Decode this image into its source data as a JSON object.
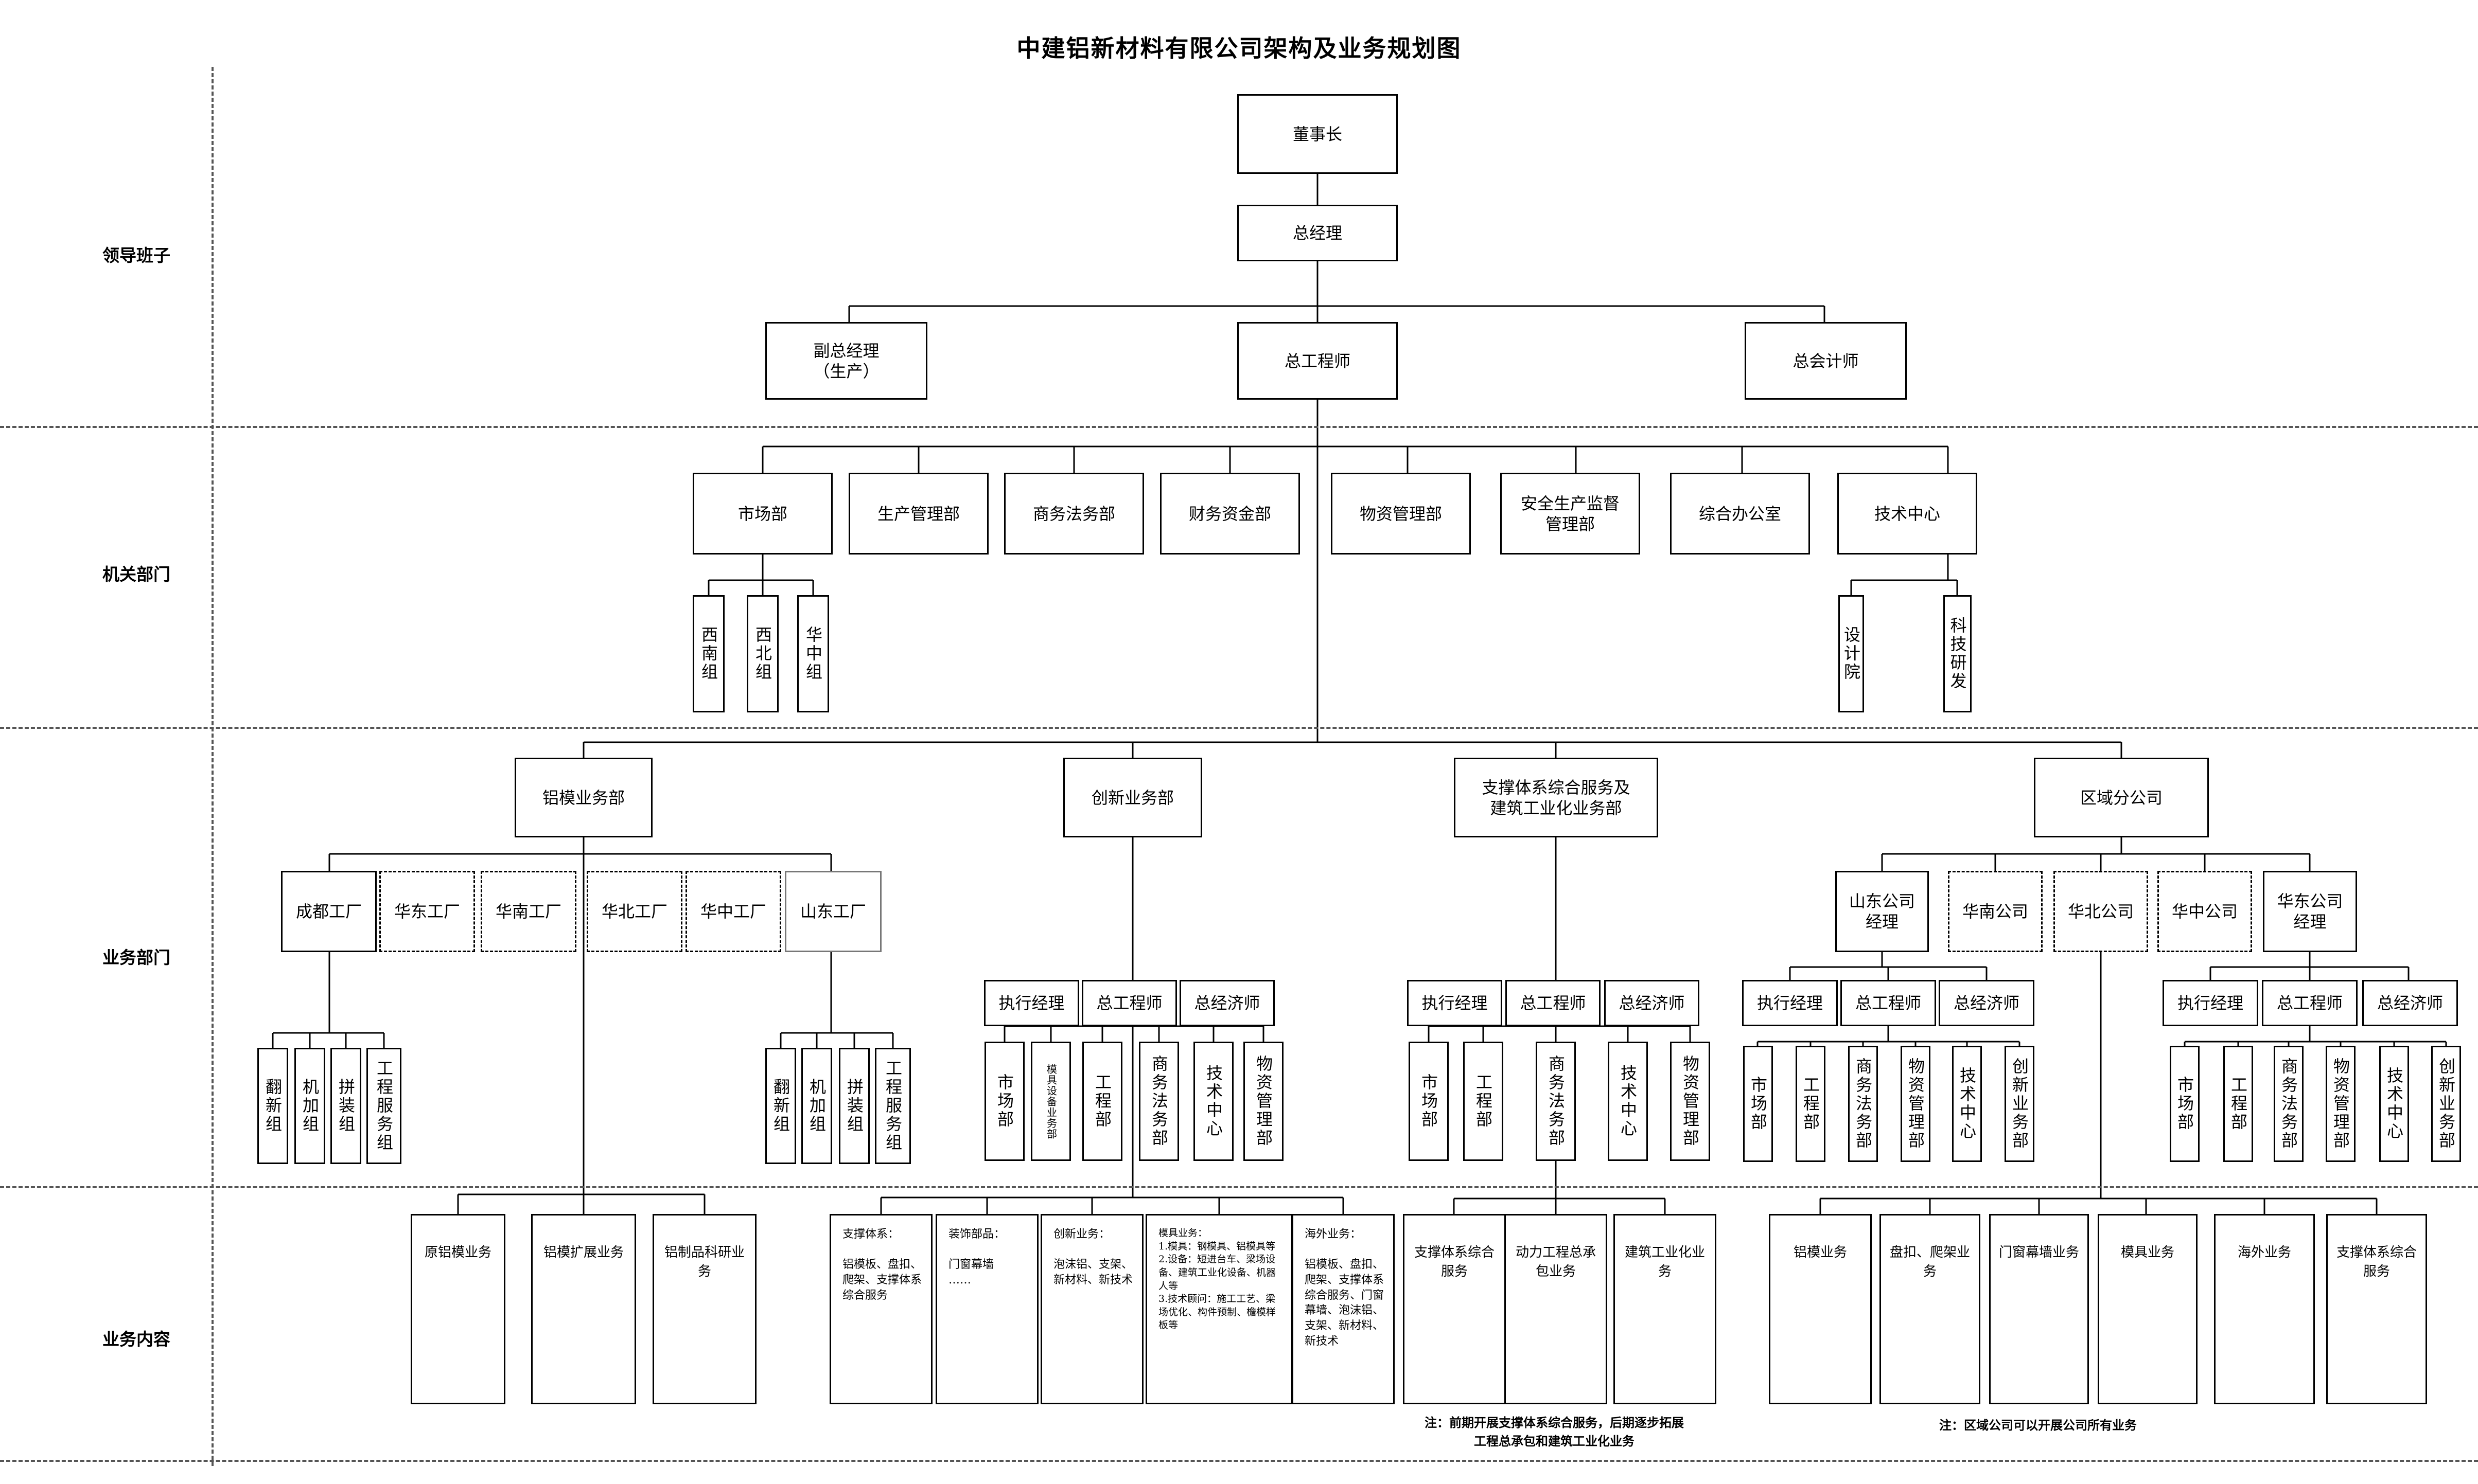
{
  "title": "中建铝新材料有限公司架构及业务规划图",
  "sections": {
    "leadership": "领导班子",
    "departments": "机关部门",
    "business_units": "业务部门",
    "business_content": "业务内容"
  },
  "leadership": {
    "chairman": "董事长",
    "general_manager": "总经理",
    "deputy_gm": "副总经理\n（生产）",
    "chief_engineer": "总工程师",
    "chief_accountant": "总会计师"
  },
  "departments": {
    "market": "市场部",
    "production": "生产管理部",
    "legal": "商务法务部",
    "finance": "财务资金部",
    "materials": "物资管理部",
    "safety": "安全生产监督\n管理部",
    "office": "综合办公室",
    "tech_center": "技术中心",
    "market_groups": [
      "西南组",
      "西北组",
      "华中组"
    ],
    "tech_groups": [
      "设计院",
      "科技研发"
    ]
  },
  "business_units": {
    "alu_formwork": "铝模业务部",
    "innovation": "创新业务部",
    "support_system": "支撑体系综合服务及\n建筑工业化业务部",
    "regional": "区域分公司",
    "factories": [
      "成都工厂",
      "华东工厂",
      "华南工厂",
      "华北工厂",
      "华中工厂",
      "山东工厂"
    ],
    "chengdu_groups": [
      "翻新组",
      "机加组",
      "拼装组",
      "工程服务组"
    ],
    "shandong_groups": [
      "翻新组",
      "机加组",
      "拼装组",
      "工程服务组"
    ],
    "regional_companies": [
      "山东公司\n经理",
      "华南公司",
      "华北公司",
      "华中公司",
      "华东公司\n经理"
    ],
    "manager_roles": [
      "执行经理",
      "总工程师",
      "总经济师"
    ],
    "innovation_depts": [
      "市场部",
      "模具设备业务部",
      "工程部",
      "商务法务部",
      "技术中心",
      "物资管理部"
    ],
    "support_depts": [
      "市场部",
      "工程部",
      "商务法务部",
      "技术中心",
      "物资管理部"
    ],
    "shandong_depts": [
      "市场部",
      "工程部",
      "商务法务部",
      "物资管理部",
      "技术中心",
      "创新业务部"
    ],
    "huadong_depts": [
      "市场部",
      "工程部",
      "商务法务部",
      "物资管理部",
      "技术中心",
      "创新业务部"
    ]
  },
  "content": {
    "alu": [
      "原铝模业务",
      "铝模扩展业务",
      "铝制品科研业务"
    ],
    "innovation": [
      "支撑体系：\n\n铝模板、盘扣、爬架、支撑体系综合服务",
      "装饰部品：\n\n门窗幕墙\n……",
      "创新业务：\n\n泡沫铝、支架、新材料、新技术",
      "模具业务：\n1.模具：钢模具、铝模具等\n2.设备：短进台车、梁场设备、建筑工业化设备、机器人等\n3.技术顾问：施工工艺、梁场优化、构件预制、檐模样板等",
      "海外业务：\n\n铝模板、盘扣、爬架、支撑体系综合服务、门窗幕墙、泡沫铝、支架、新材料、新技术"
    ],
    "support": [
      "支撑体系综合服务",
      "动力工程总承包业务",
      "建筑工业化业务"
    ],
    "regional": [
      "铝模业务",
      "盘扣、爬架业务",
      "门窗幕墙业务",
      "模具业务",
      "海外业务",
      "支撑体系综合服务"
    ],
    "note_support": "注：前期开展支撑体系综合服务，后期逐步拓展\n工程总承包和建筑工业化业务",
    "note_regional": "注：区域公司可以开展公司所有业务"
  }
}
